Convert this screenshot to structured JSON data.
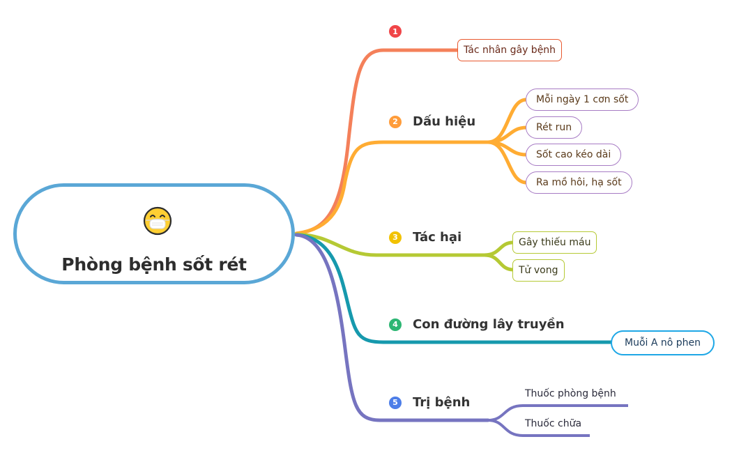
{
  "root": {
    "title": "Phòng bệnh sốt rét",
    "icon": "face-with-medical-mask-icon",
    "border_color": "#5aa7d6"
  },
  "branches": [
    {
      "number": "1",
      "label": "",
      "color": "#f4805a",
      "badge_color": "#f04548",
      "children": [
        "Tác nhân gây bệnh"
      ]
    },
    {
      "number": "2",
      "label": "Dấu hiệu",
      "color": "#ffac33",
      "badge_color": "#ff9c3a",
      "children": [
        "Mỗi ngày 1 cơn sốt",
        "Rét run",
        "Sốt cao kéo dài",
        "Ra mồ hôi, hạ sốt"
      ]
    },
    {
      "number": "3",
      "label": "Tác hại",
      "color": "#b5c934",
      "badge_color": "#f2c200",
      "children": [
        "Gây thiếu máu",
        "Tử vong"
      ]
    },
    {
      "number": "4",
      "label": "Con đường lây truyền",
      "color": "#1699ad",
      "badge_color": "#2cb673",
      "children": [
        "Muỗi A nô phen"
      ]
    },
    {
      "number": "5",
      "label": "Trị bệnh",
      "color": "#7674c0",
      "badge_color": "#4c7de8",
      "children": [
        "Thuốc phòng bệnh",
        "Thuốc chữa"
      ]
    }
  ]
}
